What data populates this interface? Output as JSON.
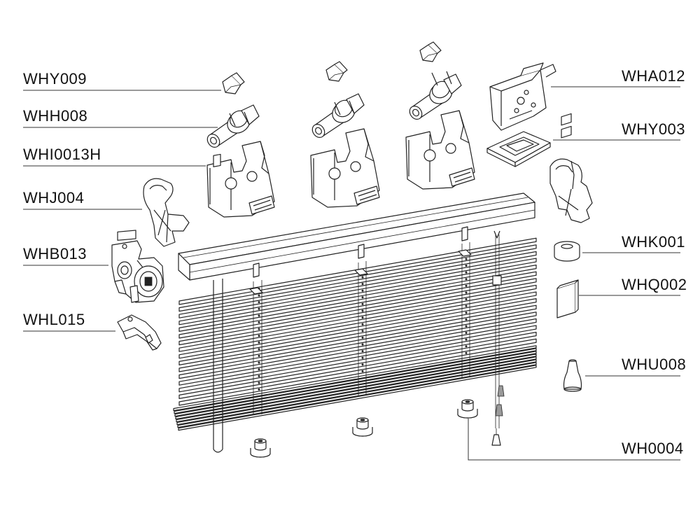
{
  "labels": {
    "WHY009": "WHY009",
    "WHH008": "WHH008",
    "WHI0013H": "WHI0013H",
    "WHJ004": "WHJ004",
    "WHB013": "WHB013",
    "WHL015": "WHL015",
    "WHA012": "WHA012",
    "WHY003": "WHY003",
    "WHK001": "WHK001",
    "WHQ002": "WHQ002",
    "WHU008": "WHU008",
    "WH0004": "WH0004"
  },
  "slat_count": 16,
  "bottom_stack_count": 8
}
